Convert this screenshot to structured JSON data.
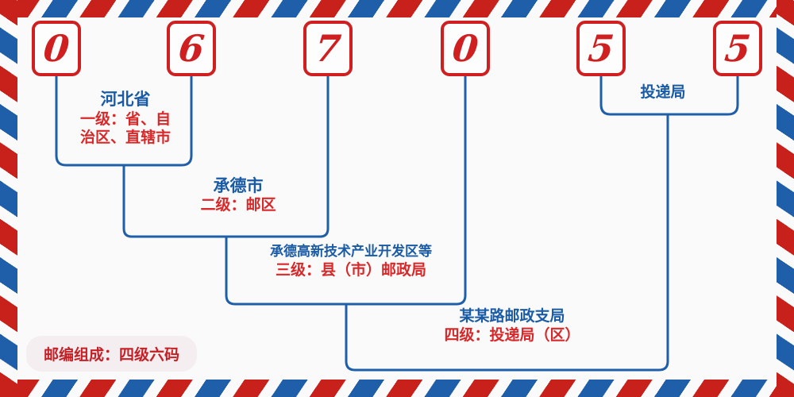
{
  "postal_code": {
    "digits": [
      {
        "value": "0",
        "name": "postal-digit-1"
      },
      {
        "value": "6",
        "name": "postal-digit-2"
      },
      {
        "value": "7",
        "name": "postal-digit-3"
      },
      {
        "value": "0",
        "name": "postal-digit-4"
      },
      {
        "value": "5",
        "name": "postal-digit-5"
      },
      {
        "value": "5",
        "name": "postal-digit-6"
      }
    ]
  },
  "top_label": {
    "name": "投递局"
  },
  "levels": [
    {
      "id": "level-1",
      "name": "河北省",
      "desc": "一级：省、自\n治区、直辖市",
      "desc_line1": "一级：省、自",
      "desc_line2": "治区、直辖市"
    },
    {
      "id": "level-2",
      "name": "承德市",
      "desc": "二级：邮区"
    },
    {
      "id": "level-3",
      "name": "承德高新技术产业开发区等",
      "desc": "三级：县（市）邮政局"
    },
    {
      "id": "level-4",
      "name": "某某路邮政支局",
      "desc": "四级：投递局（区）"
    }
  ],
  "footer": {
    "text": "邮编组成：四级六码"
  },
  "colors": {
    "red": "#cf1f21",
    "blue": "#1a5ba6",
    "desc_red": "#d8282a",
    "background": "#fbfafa",
    "pill_bg": "#f4eef0"
  }
}
